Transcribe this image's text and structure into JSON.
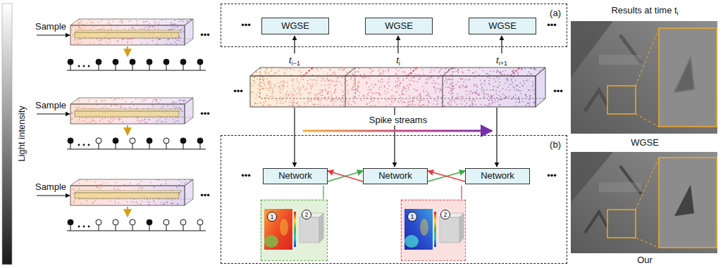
{
  "diagram": {
    "nodes": [
      {
        "text": [
          "(a)"
        ]
      },
      {
        "text": [
          "WGSE"
        ],
        "in": 0
      },
      {
        "text": [
          "WGSE"
        ],
        "in": 0
      },
      {
        "text": [
          "WGSE"
        ],
        "in": 0
      },
      {
        "text": [
          "(b)"
        ]
      },
      {
        "text": [
          "Network"
        ],
        "in": 4
      },
      {
        "text": [
          "Network"
        ],
        "in": 4
      },
      {
        "text": [
          "Network"
        ],
        "in": 4
      },
      {
        "text": [
          "1",
          "2"
        ],
        "in": 4
      },
      {
        "text": [
          "1",
          "2"
        ],
        "in": 4
      }
    ],
    "edges": [
      {
        "from": 5,
        "to": 6,
        "arrow": "to"
      },
      {
        "from": 6,
        "to": 5,
        "arrow": "to"
      },
      {
        "from": 6,
        "to": 7,
        "arrow": "to"
      },
      {
        "from": 7,
        "to": 6,
        "arrow": "to"
      }
    ],
    "labels": [
      "Light intensity",
      "Sample",
      "Sample",
      "Sample",
      "•••",
      "•••",
      "•••",
      "•••",
      "•••",
      "ti−1",
      "ti",
      "ti+1",
      "•••",
      "•••",
      "Spike streams",
      "•••",
      "•••",
      "Results at time ti",
      "WGSE",
      "Our"
    ]
  }
}
